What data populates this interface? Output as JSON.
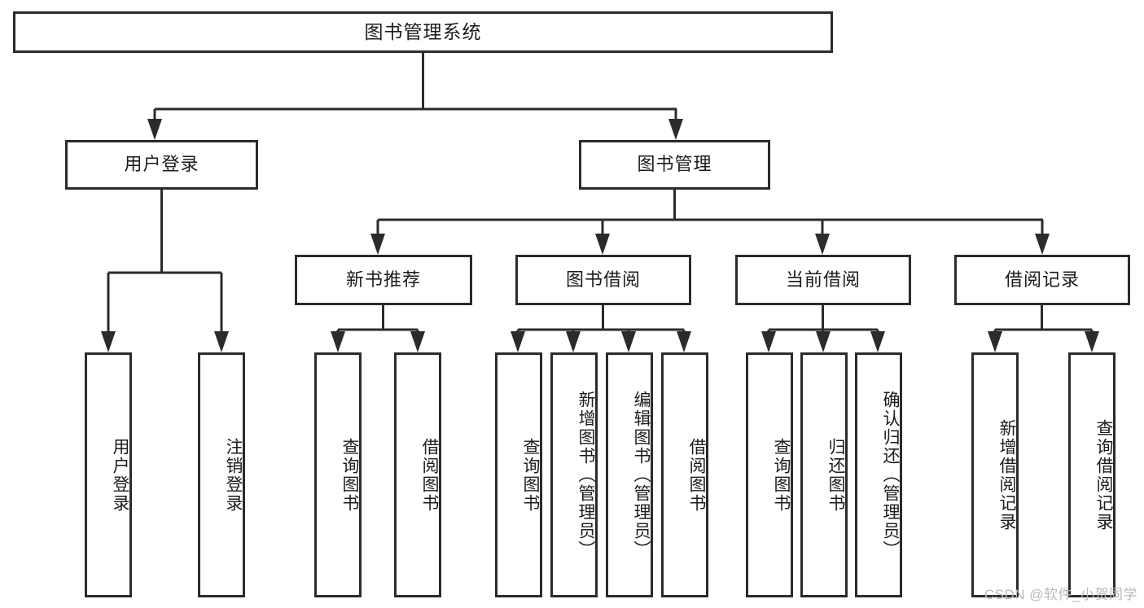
{
  "diagram": {
    "type": "tree-hierarchy",
    "title": "图书管理系统",
    "orientation": "top-down",
    "watermark": "CSDN @软件_小贺同学",
    "colors": {
      "stroke": "#2b2b2b",
      "fill": "#ffffff",
      "text": "#1c1c1c",
      "watermark": "#b9b9b9"
    }
  },
  "nodes": {
    "root": {
      "label": "图书管理系统"
    },
    "level2": [
      {
        "label": "用户登录"
      },
      {
        "label": "图书管理"
      }
    ],
    "level3": [
      {
        "label": "新书推荐"
      },
      {
        "label": "图书借阅"
      },
      {
        "label": "当前借阅"
      },
      {
        "label": "借阅记录"
      }
    ],
    "leaves": {
      "user_login": [
        {
          "label": "用户登录"
        },
        {
          "label": "注销登录"
        }
      ],
      "new_book": [
        {
          "label": "查询图书"
        },
        {
          "label": "借阅图书"
        }
      ],
      "book_borrow": [
        {
          "label": "查询图书"
        },
        {
          "label": "新增图书（管理员）"
        },
        {
          "label": "编辑图书（管理员）"
        },
        {
          "label": "借阅图书"
        }
      ],
      "current_borrow": [
        {
          "label": "查询图书"
        },
        {
          "label": "归还图书"
        },
        {
          "label": "确认归还（管理员）"
        }
      ],
      "borrow_record": [
        {
          "label": "新增借阅记录"
        },
        {
          "label": "查询借阅记录"
        }
      ]
    }
  }
}
